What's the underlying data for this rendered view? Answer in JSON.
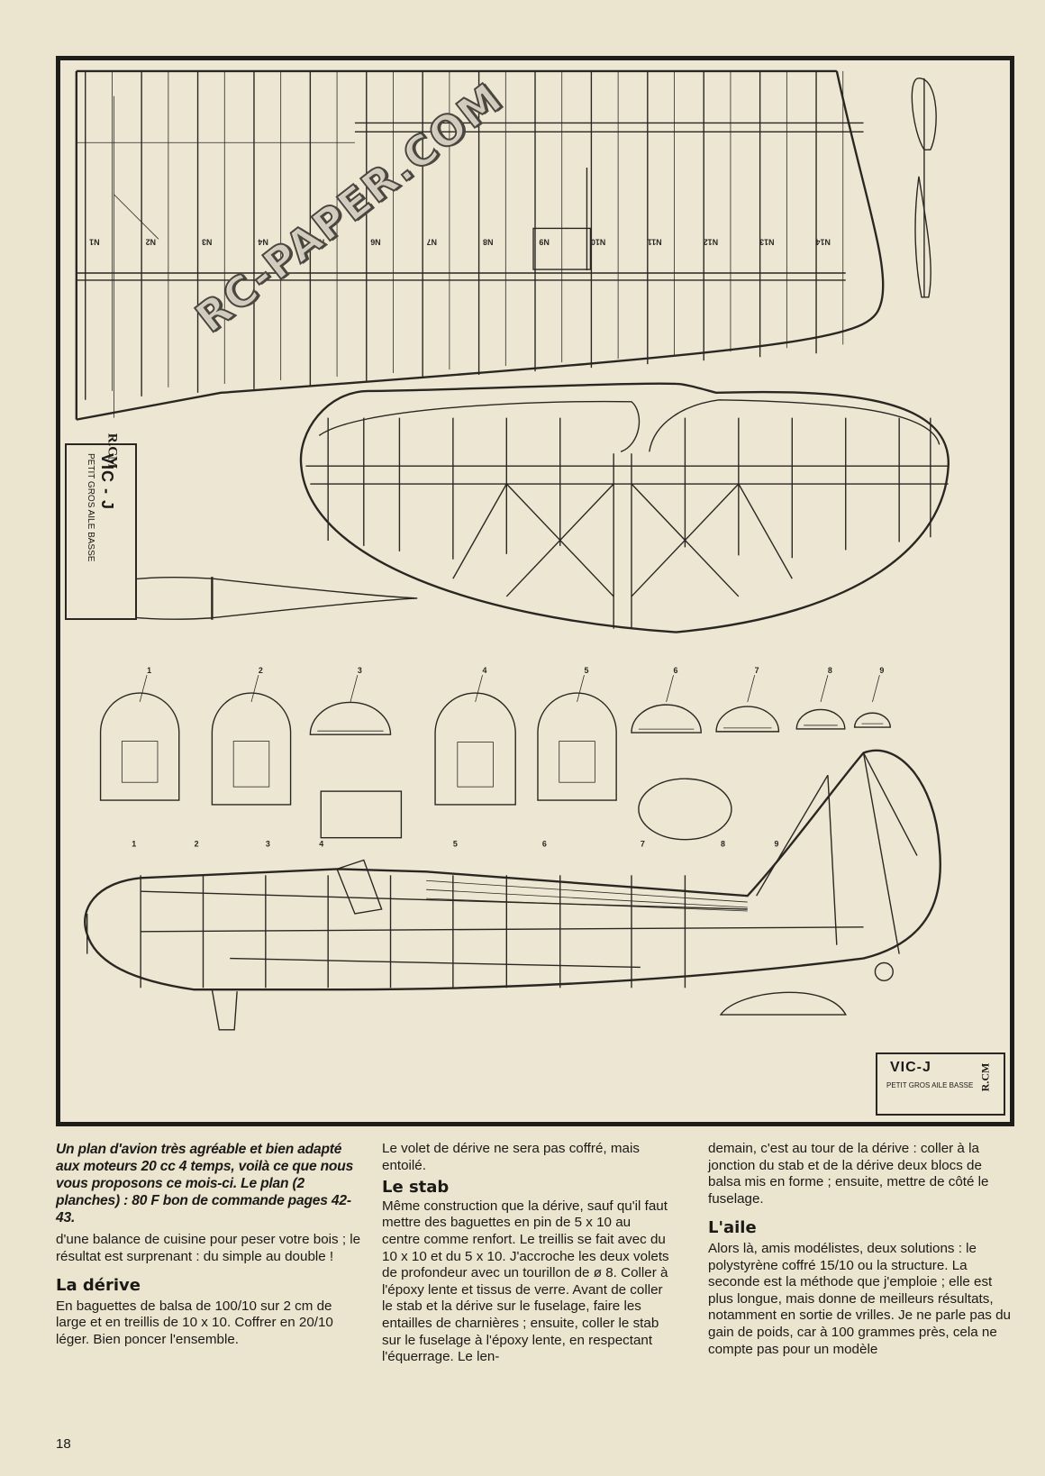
{
  "plan": {
    "title_blocks": [
      {
        "name": "VIC - J",
        "subtitle": "PETIT GROS AILE BASSE",
        "logo": "R.CM"
      },
      {
        "name": "VIC-J",
        "subtitle": "PETIT GROS AILE BASSE",
        "logo": "R.CM"
      }
    ],
    "rib_numbers": [
      "N1",
      "N2",
      "N3",
      "N4",
      "N5",
      "N6",
      "N7",
      "N8",
      "N9",
      "N10",
      "N11",
      "N12",
      "N13",
      "N14"
    ],
    "former_numbers": [
      "1",
      "2",
      "3",
      "4",
      "5",
      "6",
      "7",
      "8",
      "9"
    ],
    "fuselage_station_numbers": [
      "1",
      "2",
      "3",
      "4",
      "5",
      "6",
      "7",
      "8",
      "9"
    ],
    "watermark": "RC-PAPER.COM"
  },
  "article": {
    "caption": "Un plan d'avion très agréable et bien adapté aux moteurs 20 cc 4 temps, voilà ce que nous vous proposons ce mois-ci. Le plan (2 planches) : 80 F bon de commande pages 42-43.",
    "col1_text": "d'une balance de cuisine pour peser votre bois ; le résultat est surprenant : du simple au double !",
    "derive_heading": "La dérive",
    "derive_text": "En baguettes de balsa de 100/10 sur 2 cm de large et en treillis de 10 x 10. Coffrer en 20/10 léger. Bien poncer l'ensemble.",
    "col2_text": "Le volet de dérive ne sera pas coffré, mais entoilé.",
    "stab_heading": "Le stab",
    "stab_text": "Même construction que la dérive, sauf qu'il faut mettre des baguettes en pin de 5 x 10 au centre comme renfort. Le treillis se fait avec du 10 x 10 et du 5 x 10. J'accroche les deux volets de profondeur avec un tourillon de ø 8. Coller à l'époxy lente et tissus de verre. Avant de coller le stab et la dérive sur le fuselage, faire les entailles de charnières ; ensuite, coller le stab sur le fuselage à l'époxy lente, en respectant l'équerrage. Le len-",
    "col3_text": "demain, c'est au tour de la dérive : coller à la jonction du stab et de la dérive deux blocs de balsa mis en forme ; ensuite, mettre de côté le fuselage.",
    "aile_heading": "L'aile",
    "aile_text": "Alors là, amis modélistes, deux solutions : le polystyrène coffré 15/10 ou la structure. La seconde est la méthode que j'emploie ; elle est plus longue, mais donne de meilleurs résultats, notamment en sortie de vrilles. Je ne parle pas du gain de poids, car à 100 grammes près, cela ne compte pas pour un modèle"
  },
  "page_number": "18"
}
